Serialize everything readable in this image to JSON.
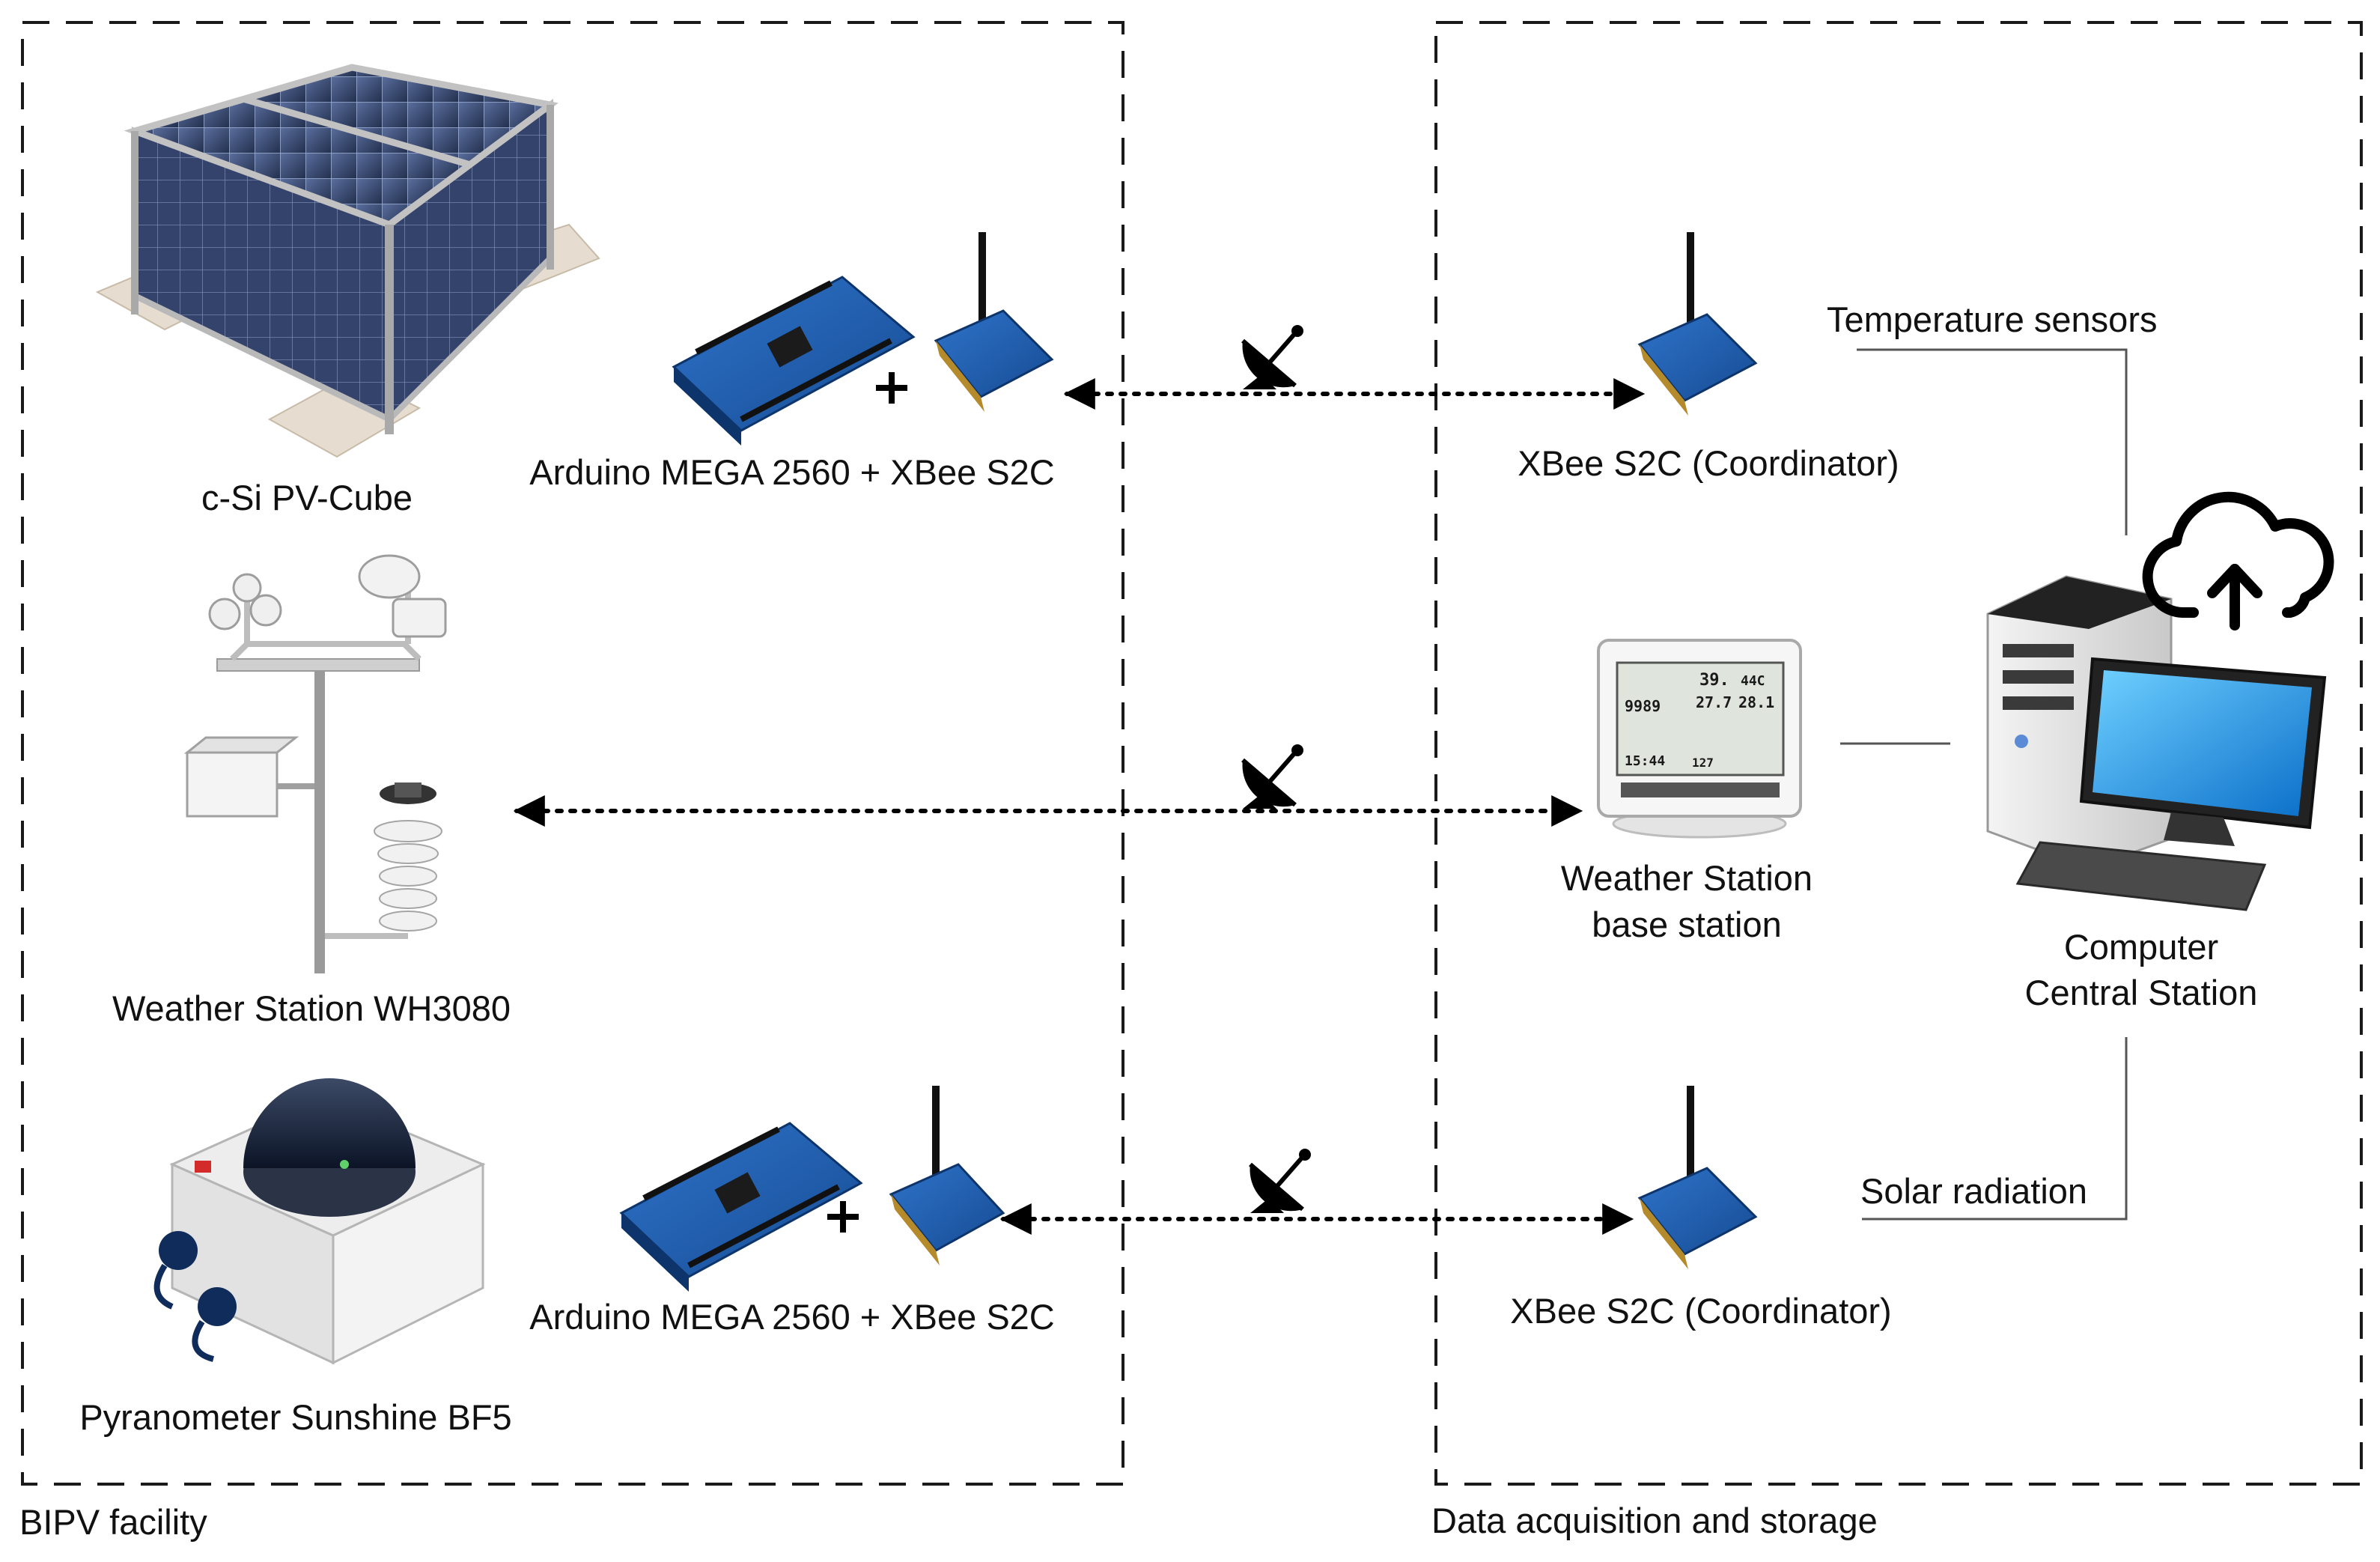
{
  "groups": {
    "left": "BIPV facility",
    "right": "Data acquisition and storage"
  },
  "devices": {
    "pv_cube": "c-Si PV-Cube",
    "weather_station": "Weather Station WH3080",
    "pyranometer": "Pyranometer Sunshine BF5",
    "arduino_xbee_top": "Arduino MEGA 2560  + XBee S2C",
    "arduino_xbee_bottom": "Arduino MEGA 2560  + XBee S2C",
    "xbee_coord_top": "XBee S2C (Coordinator)",
    "xbee_coord_bottom": "XBee S2C (Coordinator)",
    "base_station_line1": "Weather Station",
    "base_station_line2": "base station",
    "computer_line1": "Computer",
    "computer_line2": "Central Station"
  },
  "links": {
    "temperature": "Temperature sensors",
    "solar": "Solar radiation"
  },
  "screen": {
    "r1a": "39.",
    "r1b": "44C",
    "r2a": "27.7",
    "r2b": "28.1",
    "r3": "9989",
    "r4": "15:44",
    "r5": "127"
  }
}
